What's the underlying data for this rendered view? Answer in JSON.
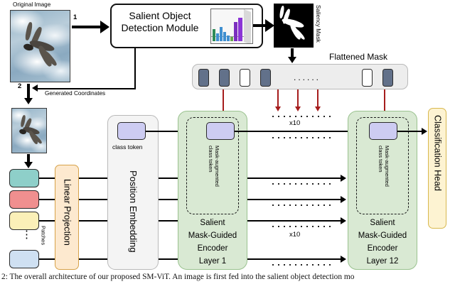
{
  "figure": {
    "caption": "2: The overall architecture of our proposed SM-ViT. An image is first fed into the salient object detection mo"
  },
  "pipeline": {
    "original_image_label": "Original Image",
    "step1_label": "1",
    "step2_label": "2",
    "generated_coordinates_label": "Generated Coordinates",
    "sod_module_line1": "Salient Object",
    "sod_module_line2": "Detection Module",
    "sod_icon_name": "3d-bar-chart-icon",
    "saliency_mask_label": "Saliency Mask",
    "flattened_mask_label": "Flattened Mask",
    "flattened_mask_cells": [
      "on",
      "on",
      "off",
      "on",
      "dots",
      "off",
      "on"
    ],
    "mask_dots_label": "......"
  },
  "vit": {
    "patches_label": "Patches",
    "patch_colors": [
      "#8ecfc9",
      "#f08f8f",
      "#fbf0b8",
      "#cfe0f2"
    ],
    "patches_dots": "⋮",
    "linear_projection_label": "Linear Projection",
    "position_embedding_label": "Position Embedding",
    "class_token_label": "class token",
    "encoder1": {
      "title_lines": [
        "Salient",
        "Mask-Guided",
        "Encoder",
        "Layer 1"
      ],
      "inner_label_line1": "Mask-augmented",
      "inner_label_line2": "class token"
    },
    "encoder12": {
      "title_lines": [
        "Salient",
        "Mask-Guided",
        "Encoder",
        "Layer 12"
      ],
      "inner_label_line1": "Mask-augmented",
      "inner_label_line2": "class token"
    },
    "repeat_label_top": "x10",
    "repeat_label_bottom": "x10",
    "classification_head_label": "Classification Head"
  },
  "colors": {
    "encoder_fill": "#d9e9d3",
    "encoder_border": "#9ac28f",
    "token_fill": "#cdccf2",
    "linear_projection_fill": "#fde9cf",
    "classification_head_fill": "#fdf3d2",
    "mask_on": "#62718a",
    "mask_off": "#ffffff",
    "red_arrow": "#a61d1d"
  }
}
